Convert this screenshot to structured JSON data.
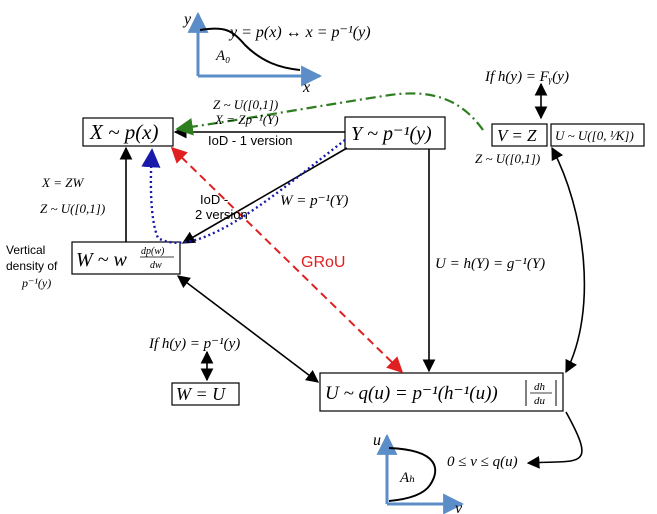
{
  "nodes": {
    "x_px": "X ~ p(x)",
    "y_pinv": "Y ~ p⁻¹(y)",
    "w_node": "W ~ w",
    "w_node_frac_num": "dp(w)",
    "w_node_frac_den": "dw",
    "u_q": "U ~ q(u) = p⁻¹(h⁻¹(u))",
    "u_q_abs_num": "dh",
    "u_q_abs_den": "du",
    "v_eq_z": "V = Z",
    "u_unif": "U ~ U([0, ¹⁄K])",
    "w_eq_u": "W = U"
  },
  "labels": {
    "top_plot_eq": "y = p(x) ↔ x = p⁻¹(y)",
    "top_axis_y": "y",
    "top_axis_x": "x",
    "top_area": "A₀",
    "if_h_fy": "If h(y) = Fᵧ(y)",
    "z_unif_top": "Z ~ U([0,1])",
    "x_zpinv": "X = Zp⁻¹(Y)",
    "iod1": "IoD - 1 version",
    "z_unif_right": "Z ~ U([0,1])",
    "x_zw": "X = ZW",
    "z_unif_left": "Z ~ U([0,1])",
    "iod2_line1": "IoD -",
    "iod2_line2": "2 version",
    "w_pinv": "W = p⁻¹(Y)",
    "vert_line1": "Vertical",
    "vert_line2": "density of",
    "vert_line3": "p⁻¹(y)",
    "grou": "GRoU",
    "u_hy": "U = h(Y) = g⁻¹(Y)",
    "if_h_pinv": "If h(y) = p⁻¹(y)",
    "bottom_axis_u": "u",
    "bottom_axis_v": "v",
    "bottom_area": "Aₕ",
    "v_range": "0 ≤ v ≤ q(u)"
  },
  "colors": {
    "axis_blue": "#5b8ec9",
    "green": "#2e7d1f",
    "blue": "#1a1aaa",
    "red": "#e02020"
  }
}
